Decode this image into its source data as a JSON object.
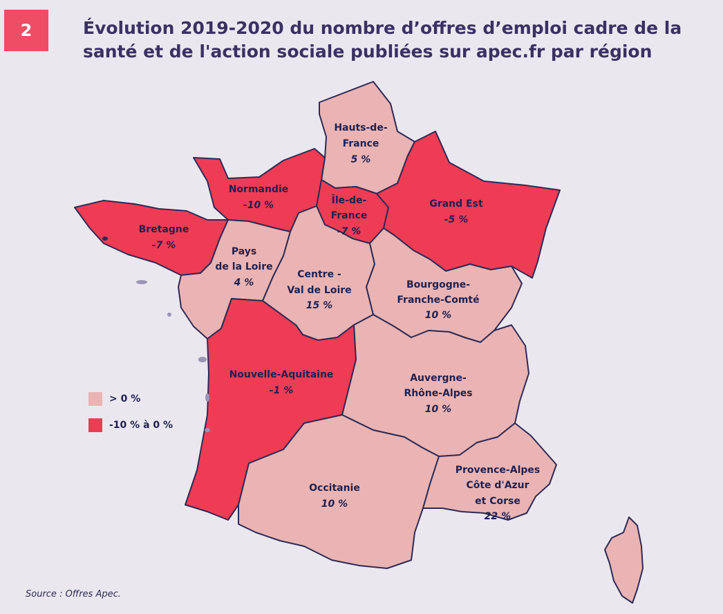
{
  "badge": "2",
  "title_line1": "Évolution 2019-2020 du nombre d’offres d’emploi cadre de la",
  "title_line2": "santé et de l'action sociale publiées sur apec.fr par région",
  "colors": {
    "positive": "#e9b4b3",
    "negative": "#ef3c55",
    "border": "#2d2a55",
    "background": "#eae7ef",
    "accent": "#ef4c65"
  },
  "legend": [
    {
      "label": "> 0 %",
      "category": "positive"
    },
    {
      "label": "-10 % à 0 %",
      "category": "negative"
    }
  ],
  "regions": [
    {
      "id": "hauts-de-france",
      "name1": "Hauts-de-",
      "name2": "France",
      "value": "5 %",
      "category": "positive"
    },
    {
      "id": "normandie",
      "name1": "Normandie",
      "name2": "",
      "value": "-10 %",
      "category": "negative"
    },
    {
      "id": "ile-de-france",
      "name1": "Île-de-",
      "name2": "France",
      "value": "-7 %",
      "category": "negative"
    },
    {
      "id": "grand-est",
      "name1": "Grand Est",
      "name2": "",
      "value": "-5 %",
      "category": "negative"
    },
    {
      "id": "bretagne",
      "name1": "Bretagne",
      "name2": "",
      "value": "-7 %",
      "category": "negative"
    },
    {
      "id": "pays-de-la-loire",
      "name1": "Pays",
      "name2": "de la Loire",
      "value": "4 %",
      "category": "positive"
    },
    {
      "id": "centre-val-de-loire",
      "name1": "Centre -",
      "name2": "Val de Loire",
      "value": "15 %",
      "category": "positive"
    },
    {
      "id": "bourgogne-franche-comte",
      "name1": "Bourgogne-",
      "name2": "Franche-Comté",
      "value": "10 %",
      "category": "positive"
    },
    {
      "id": "nouvelle-aquitaine",
      "name1": "Nouvelle-Aquitaine",
      "name2": "",
      "value": "-1 %",
      "category": "negative"
    },
    {
      "id": "auvergne-rhone-alpes",
      "name1": "Auvergne-",
      "name2": "Rhône-Alpes",
      "value": "10 %",
      "category": "positive"
    },
    {
      "id": "occitanie",
      "name1": "Occitanie",
      "name2": "",
      "value": "10 %",
      "category": "positive"
    },
    {
      "id": "paca-corse",
      "name1": "Provence-Alpes",
      "name2": "Côte d'Azur",
      "name3": "et Corse",
      "value": "22 %",
      "category": "positive"
    }
  ],
  "source": "Source : Offres Apec."
}
